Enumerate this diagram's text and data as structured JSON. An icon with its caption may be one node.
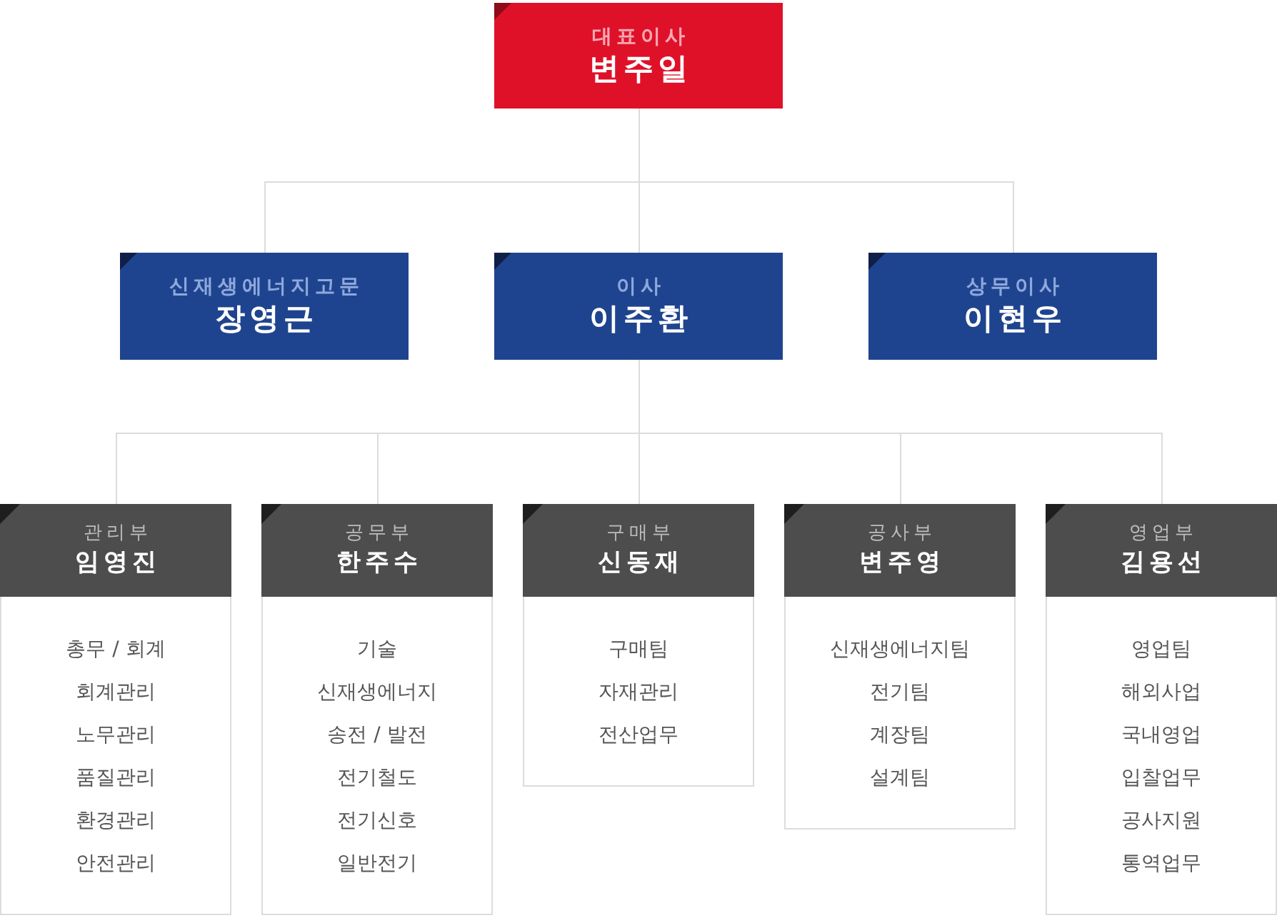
{
  "diagram": {
    "nodes": [
      {
        "text": [
          "대표이사",
          "변주일"
        ]
      },
      {
        "text": [
          "신재생에너지고문",
          "장영근"
        ]
      },
      {
        "text": [
          "이사",
          "이주환"
        ]
      },
      {
        "text": [
          "상무이사",
          "이현우"
        ]
      },
      {
        "text": [
          "관리부",
          "임영진",
          "총무 / 회계",
          "회계관리",
          "노무관리",
          "품질관리",
          "환경관리",
          "안전관리"
        ]
      },
      {
        "text": [
          "공무부",
          "한주수",
          "기술",
          "신재생에너지",
          "송전 / 발전",
          "전기철도",
          "전기신호",
          "일반전기"
        ]
      },
      {
        "text": [
          "구매부",
          "신동재",
          "구매팀",
          "자재관리",
          "전산업무"
        ]
      },
      {
        "text": [
          "공사부",
          "변주영",
          "신재생에너지팀",
          "전기팀",
          "계장팀",
          "설계팀"
        ]
      },
      {
        "text": [
          "영업부",
          "김용선",
          "영업팀",
          "해외사업",
          "국내영업",
          "입찰업무",
          "공사지원",
          "통역업무"
        ]
      }
    ],
    "edges": [
      {
        "from": 0,
        "to": 1,
        "arrow": "none"
      },
      {
        "from": 0,
        "to": 2,
        "arrow": "none"
      },
      {
        "from": 0,
        "to": 3,
        "arrow": "none"
      },
      {
        "from": 2,
        "to": 4,
        "arrow": "none"
      },
      {
        "from": 2,
        "to": 5,
        "arrow": "none"
      },
      {
        "from": 2,
        "to": 6,
        "arrow": "none"
      },
      {
        "from": 2,
        "to": 7,
        "arrow": "none"
      },
      {
        "from": 2,
        "to": 8,
        "arrow": "none"
      }
    ]
  }
}
